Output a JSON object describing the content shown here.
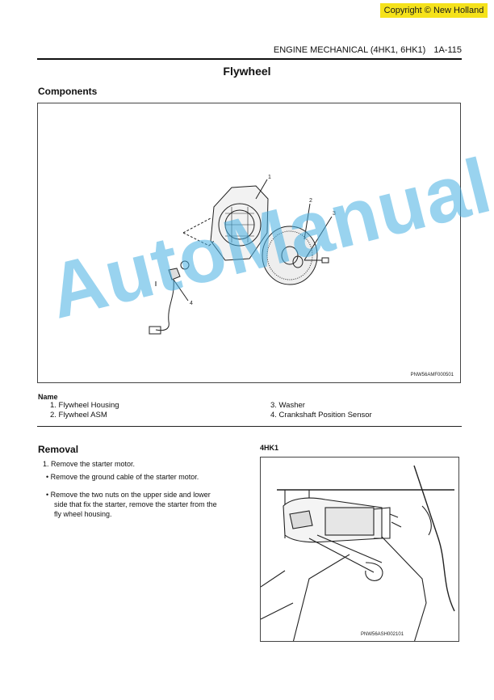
{
  "copyright": "Copyright © New Holland",
  "header": {
    "section": "ENGINE MECHANICAL (4HK1, 6HK1)",
    "page": "1A-115"
  },
  "title": "Flywheel",
  "components": {
    "heading": "Components",
    "figure_code": "PNW56AMF000501",
    "callouts": [
      "1",
      "2",
      "3",
      "4"
    ],
    "name_heading": "Name",
    "parts": [
      "1.  Flywheel Housing",
      "2.  Flywheel ASM",
      "3.  Washer",
      "4.  Crankshaft Position Sensor"
    ]
  },
  "removal": {
    "heading": "Removal",
    "engine_label": "4HK1",
    "step1": "1.  Remove the starter motor.",
    "bullets": [
      "•  Remove the ground cable of the starter motor.",
      "•  Remove the two nuts on the upper side and lower",
      "side that fix the starter, remove the starter from the",
      "fly wheel housing."
    ],
    "figure_code": "PNW56ASH002101"
  },
  "watermark": "AutoManual",
  "colors": {
    "watermark": "#46afe1",
    "copyright_bg": "#f5e21a"
  }
}
